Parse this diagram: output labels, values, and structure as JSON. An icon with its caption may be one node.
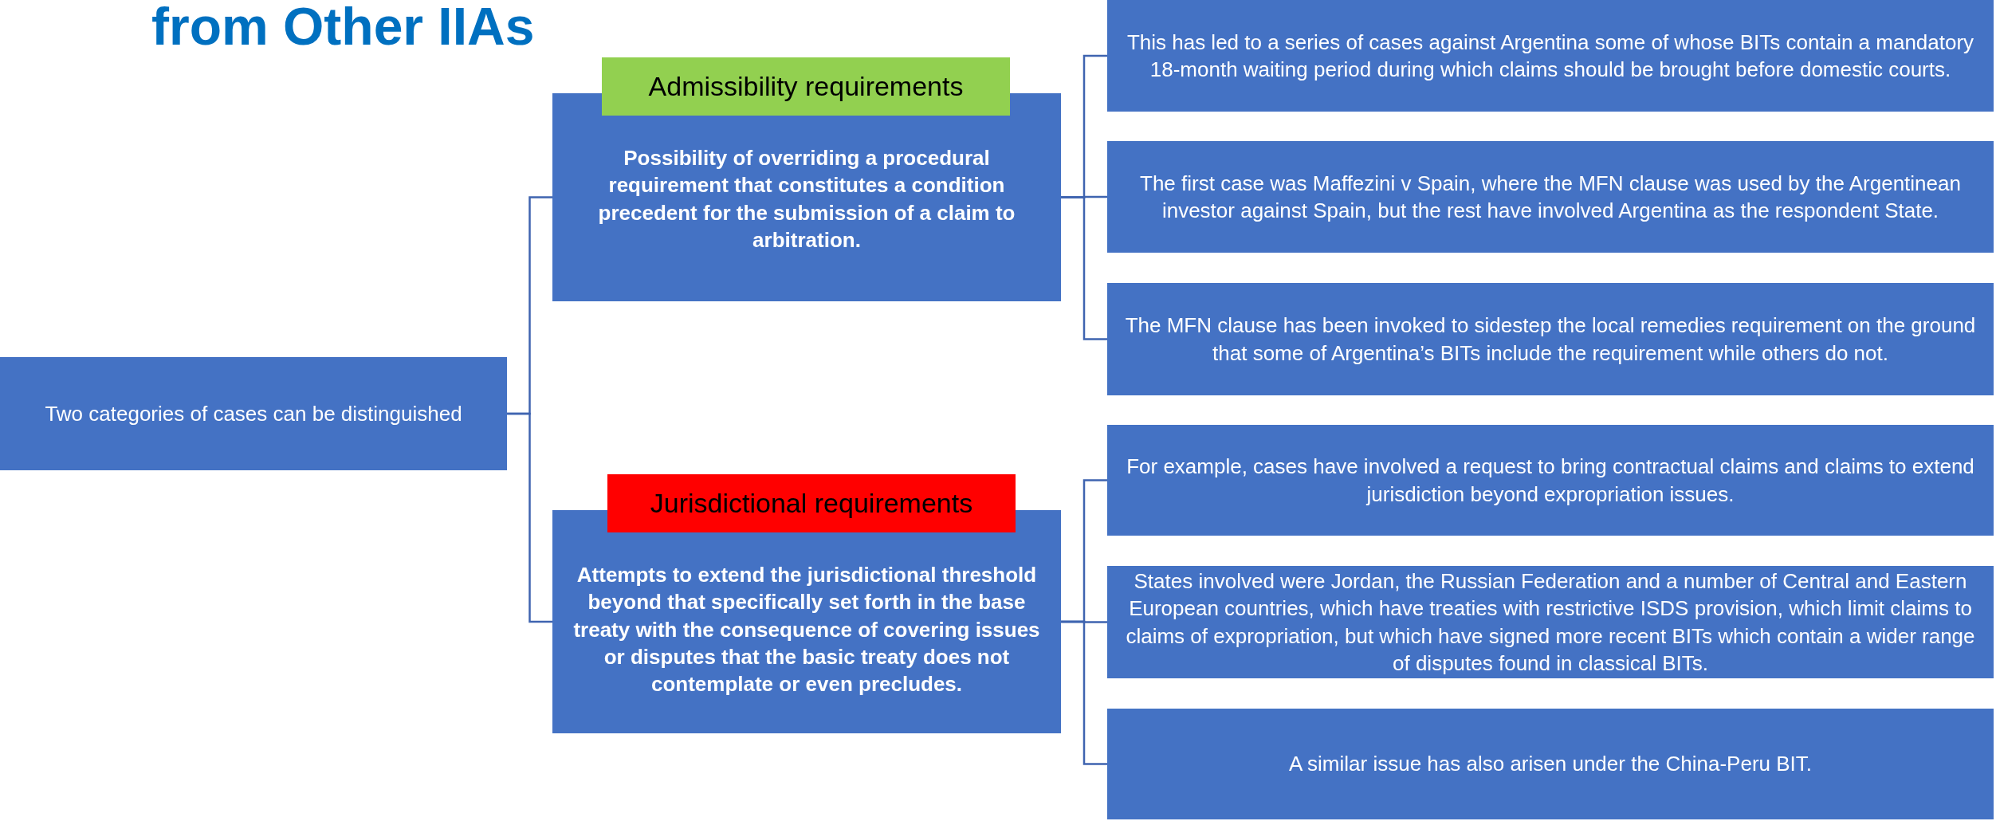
{
  "diagram": {
    "title": "from Other IIAs",
    "nodes": [
      {
        "text": [
          "Two categories of cases can be distinguished"
        ]
      },
      {
        "text": [
          "Admissibility requirements",
          "Possibility of overriding a procedural requirement that constitutes a condition precedent for the submission of a claim to arbitration."
        ]
      },
      {
        "text": [
          "This has led to a series of cases against Argentina some of whose BITs contain a mandatory 18-month waiting period during which claims should be brought before domestic courts."
        ]
      },
      {
        "text": [
          "The first case was Maffezini v Spain, where the MFN clause was used by the Argentinean investor against Spain, but the rest have involved Argentina as the respondent State."
        ]
      },
      {
        "text": [
          "The MFN clause has been invoked to sidestep the local remedies requirement on the ground that some of Argentina’s BITs include the requirement while others do not."
        ]
      },
      {
        "text": [
          "Jurisdictional requirements",
          "Attempts to extend the jurisdictional threshold beyond that specifically set forth in the base treaty with the consequence of covering issues or disputes that the basic treaty does not contemplate or even precludes."
        ]
      },
      {
        "text": [
          "For example, cases have involved a request to bring contractual claims and claims to extend jurisdiction beyond expropriation issues."
        ]
      },
      {
        "text": [
          "States involved were Jordan, the Russian Federation and a number of Central and Eastern European countries, which have treaties with restrictive ISDS provision, which limit claims to claims of expropriation, but which have signed more recent BITs which contain a wider range of disputes found in classical BITs."
        ]
      },
      {
        "text": [
          "A similar issue has also arisen under the China-Peru BIT."
        ]
      }
    ],
    "edges": [
      {
        "from": 0,
        "to": 1,
        "arrow": "none"
      },
      {
        "from": 0,
        "to": 5,
        "arrow": "none"
      },
      {
        "from": 1,
        "to": 2,
        "arrow": "none"
      },
      {
        "from": 1,
        "to": 3,
        "arrow": "none"
      },
      {
        "from": 1,
        "to": 4,
        "arrow": "none"
      },
      {
        "from": 5,
        "to": 6,
        "arrow": "none"
      },
      {
        "from": 5,
        "to": 7,
        "arrow": "none"
      },
      {
        "from": 5,
        "to": 8,
        "arrow": "none"
      }
    ]
  }
}
